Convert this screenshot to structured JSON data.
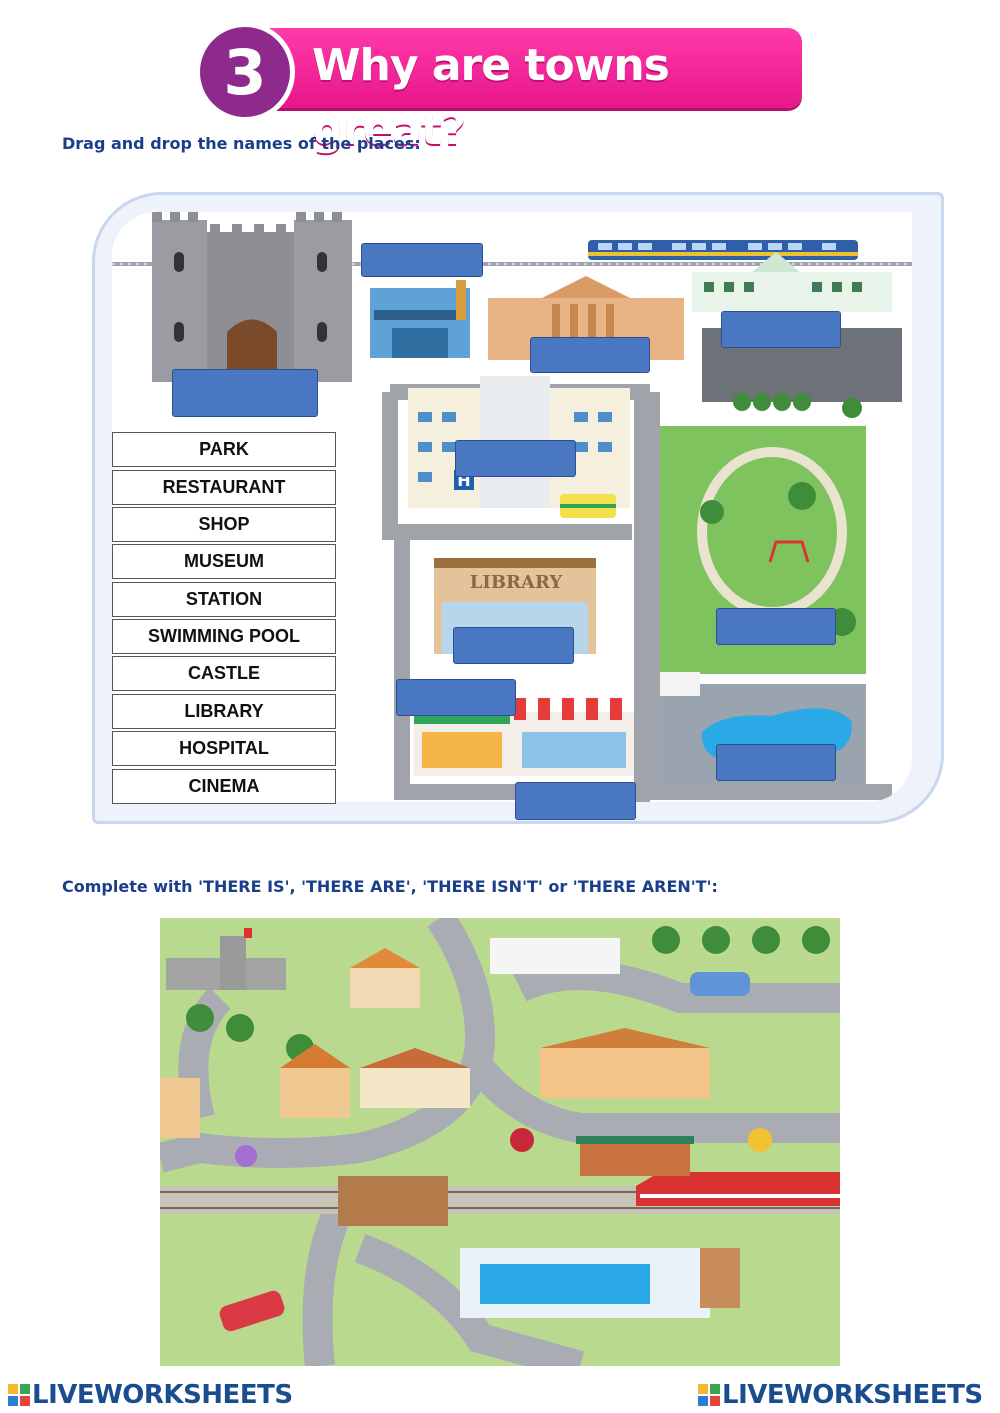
{
  "header": {
    "number": "3",
    "title": "Why are towns great?"
  },
  "instructions": {
    "drag_drop": "Drag and drop the names of the places:",
    "complete": "Complete with 'THERE IS', 'THERE ARE', 'THERE ISN'T' or 'THERE AREN'T':"
  },
  "word_bank": [
    "PARK",
    "RESTAURANT",
    "SHOP",
    "MUSEUM",
    "STATION",
    "SWIMMING POOL",
    "CASTLE",
    "LIBRARY",
    "HOSPITAL",
    "CINEMA"
  ],
  "map_labels": {
    "library_sign": "LIBRARY",
    "hospital_sign": "H"
  },
  "footer": {
    "brand": "LIVEWORKSHEETS"
  },
  "colors": {
    "banner_pink": "#e8168b",
    "circle_purple": "#8d2a8c",
    "drop_blue": "#4a77c1",
    "instruction_blue": "#1b3e8a"
  }
}
